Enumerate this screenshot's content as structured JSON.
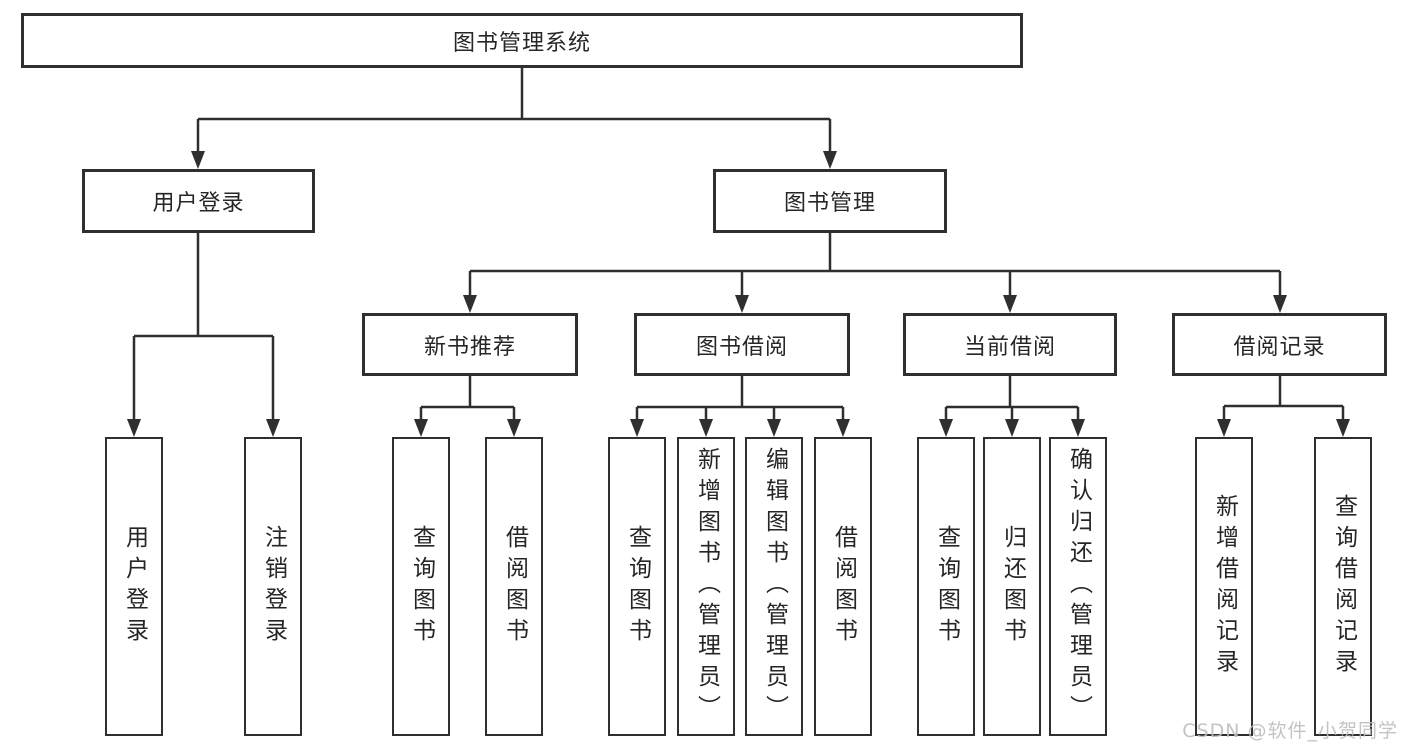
{
  "tree": {
    "root": {
      "label": "图书管理系统",
      "children": [
        {
          "label": "用户登录",
          "children": [
            {
              "label": "用户登录"
            },
            {
              "label": "注销登录"
            }
          ]
        },
        {
          "label": "图书管理",
          "children": [
            {
              "label": "新书推荐",
              "children": [
                {
                  "label": "查询图书"
                },
                {
                  "label": "借阅图书"
                }
              ]
            },
            {
              "label": "图书借阅",
              "children": [
                {
                  "label": "查询图书"
                },
                {
                  "label": "新增图书（管理员）"
                },
                {
                  "label": "编辑图书（管理员）"
                },
                {
                  "label": "借阅图书"
                }
              ]
            },
            {
              "label": "当前借阅",
              "children": [
                {
                  "label": "查询图书"
                },
                {
                  "label": "归还图书"
                },
                {
                  "label": "确认归还（管理员）"
                }
              ]
            },
            {
              "label": "借阅记录",
              "children": [
                {
                  "label": "新增借阅记录"
                },
                {
                  "label": "查询借阅记录"
                }
              ]
            }
          ]
        }
      ]
    }
  },
  "watermark": {
    "text": "CSDN @软件_小贺同学"
  },
  "colors": {
    "line": "#2f2f2f",
    "text": "#262626",
    "background": "#ffffff",
    "watermark": "#bdbdbd"
  }
}
